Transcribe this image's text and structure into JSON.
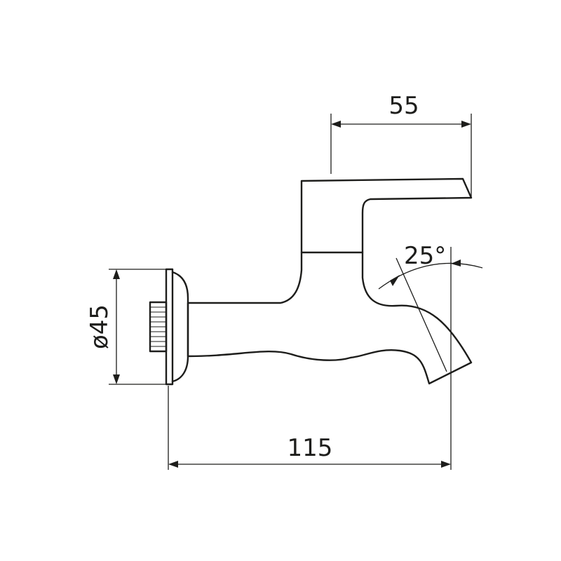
{
  "dimensions": {
    "top_width": "55",
    "overall_length": "115",
    "flange_diameter": "ø45",
    "spout_angle": "25°"
  },
  "colors": {
    "line": "#1d1d1b",
    "background": "#ffffff"
  }
}
